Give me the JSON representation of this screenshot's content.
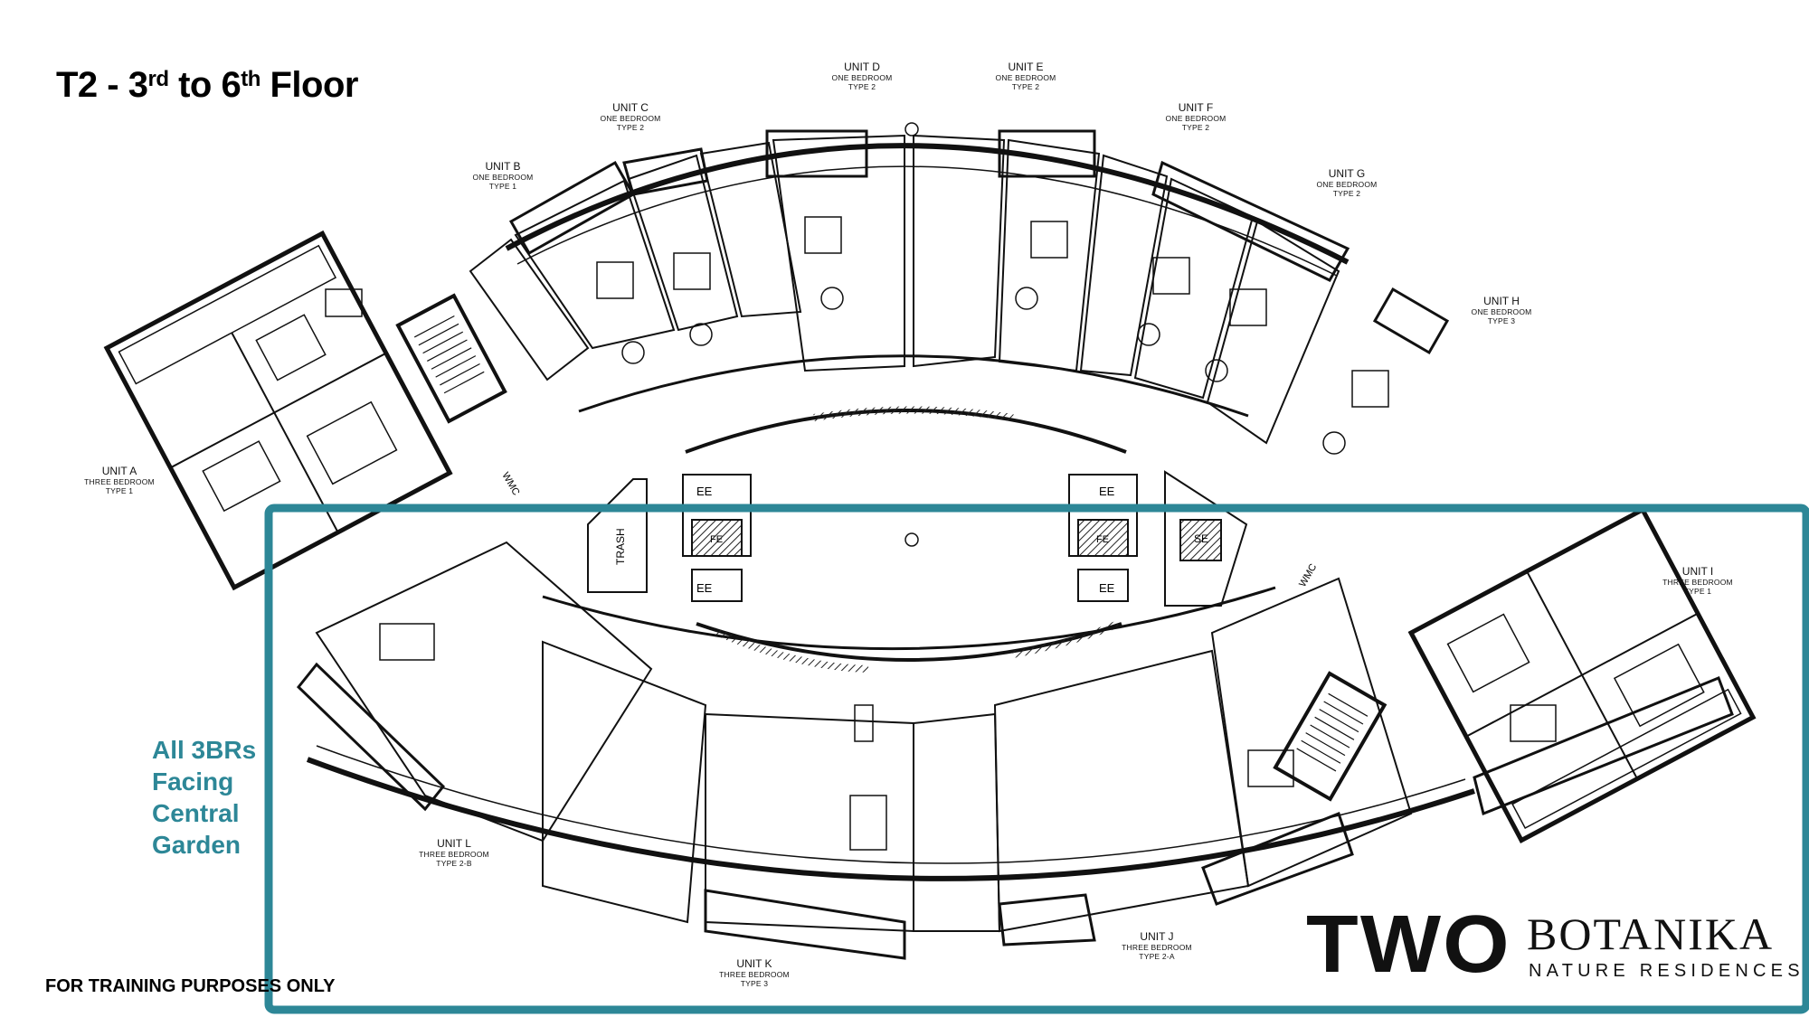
{
  "title": {
    "main": "T2 - 3",
    "sup1": "rd",
    "mid": " to 6",
    "sup2": "th",
    "end": " Floor"
  },
  "side_note": {
    "line1": "All 3BRs",
    "line2": "Facing",
    "line3": "Central",
    "line4": "Garden"
  },
  "footer": "FOR TRAINING PURPOSES ONLY",
  "logo": {
    "two": "TWO",
    "botanika": "BOTANIKA",
    "tagline": "NATURE RESIDENCES"
  },
  "highlight_color": "#2d8797",
  "units": {
    "a": {
      "name": "UNIT A",
      "desc1": "THREE BEDROOM",
      "desc2": "TYPE 1"
    },
    "b": {
      "name": "UNIT B",
      "desc1": "ONE BEDROOM",
      "desc2": "TYPE 1"
    },
    "c": {
      "name": "UNIT C",
      "desc1": "ONE BEDROOM",
      "desc2": "TYPE 2"
    },
    "d": {
      "name": "UNIT D",
      "desc1": "ONE BEDROOM",
      "desc2": "TYPE 2"
    },
    "e": {
      "name": "UNIT E",
      "desc1": "ONE BEDROOM",
      "desc2": "TYPE 2"
    },
    "f": {
      "name": "UNIT F",
      "desc1": "ONE BEDROOM",
      "desc2": "TYPE 2"
    },
    "g": {
      "name": "UNIT G",
      "desc1": "ONE BEDROOM",
      "desc2": "TYPE 2"
    },
    "h": {
      "name": "UNIT H",
      "desc1": "ONE BEDROOM",
      "desc2": "TYPE 3"
    },
    "i": {
      "name": "UNIT I",
      "desc1": "THREE BEDROOM",
      "desc2": "TYPE 1"
    },
    "j": {
      "name": "UNIT J",
      "desc1": "THREE BEDROOM",
      "desc2": "TYPE 2-A"
    },
    "k": {
      "name": "UNIT K",
      "desc1": "THREE BEDROOM",
      "desc2": "TYPE 3"
    },
    "l": {
      "name": "UNIT L",
      "desc1": "THREE BEDROOM",
      "desc2": "TYPE 2-B"
    }
  },
  "core_labels": {
    "ee": "EE",
    "fe": "FE",
    "se": "SE",
    "trash": "TRASH",
    "wmc": "WMC"
  }
}
